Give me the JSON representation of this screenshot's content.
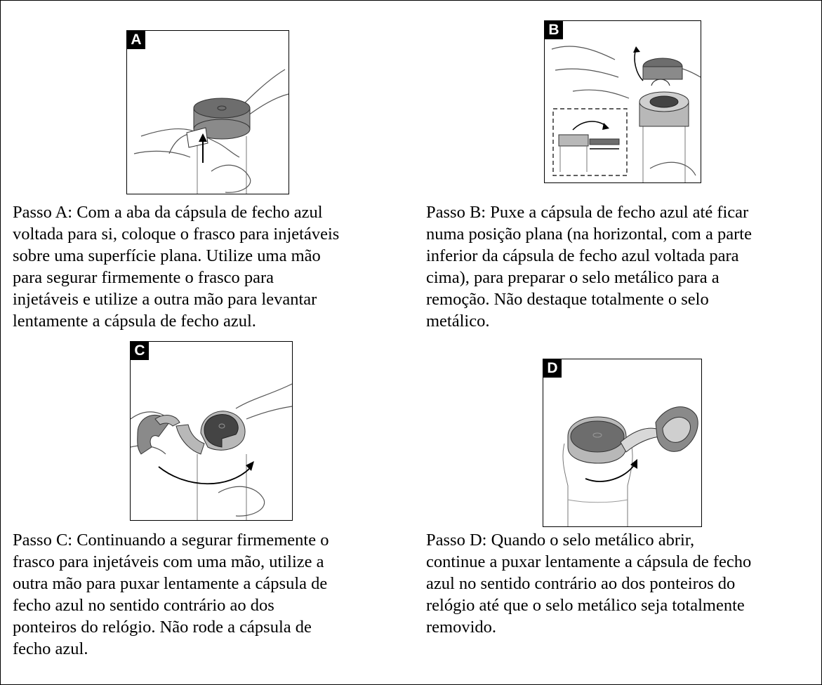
{
  "steps": [
    {
      "id": "A",
      "label": "A",
      "lines": [
        "Passo A: Com a aba da cápsula de fecho azul",
        "voltada para si, coloque o frasco para injetáveis",
        "sobre uma superfície plana. Utilize uma mão",
        "para segurar firmemente o frasco para",
        "injetáveis e utilize a outra mão para levantar",
        "lentamente a cápsula de fecho azul."
      ]
    },
    {
      "id": "B",
      "label": "B",
      "lines": [
        "Passo B: Puxe a cápsula de fecho azul até ficar",
        "numa posição plana (na horizontal, com a parte",
        "inferior da cápsula de fecho azul voltada para",
        "cima), para preparar o selo metálico para a",
        "remoção. Não destaque totalmente o selo",
        "metálico."
      ]
    },
    {
      "id": "C",
      "label": "C",
      "lines": [
        "Passo C: Continuando a segurar firmemente o",
        "frasco para injetáveis com uma mão, utilize a",
        "outra mão para puxar lentamente a cápsula de",
        "fecho azul no sentido contrário ao dos",
        "ponteiros do relógio. Não rode a cápsula de",
        "fecho azul."
      ]
    },
    {
      "id": "D",
      "label": "D",
      "lines": [
        "Passo D: Quando o selo metálico abrir,",
        "continue a puxar lentamente a cápsula de fecho",
        "azul no sentido contrário ao dos ponteiros do",
        "relógio até que o selo metálico seja totalmente",
        "removido."
      ]
    }
  ]
}
